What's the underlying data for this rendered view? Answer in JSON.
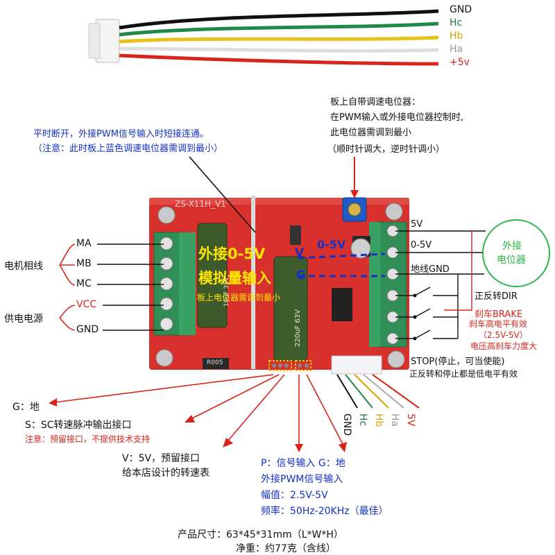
{
  "cable_labels": [
    {
      "text": "GND",
      "color": "#111111"
    },
    {
      "text": "Hc",
      "color": "#1a7a3a"
    },
    {
      "text": "Hb",
      "color": "#d6a400"
    },
    {
      "text": "Ha",
      "color": "#9a9a9a"
    },
    {
      "text": "+5v",
      "color": "#d8241c"
    }
  ],
  "top_note_left": {
    "line1": "平时断开，外接PWM信号输入时短接连通。",
    "line2": "（注意：此时板上蓝色调速电位器需调到最小）"
  },
  "top_note_right": {
    "line1": "板上自带调速电位器：",
    "line2": "在PWM输入或外接电位器控制时,",
    "line3": "此电位器需调到最小",
    "line4": "（顺时针调大，逆时针调小）"
  },
  "board": {
    "silk_title": "ZS-X11H_V1",
    "overlay_text1": "外接0-5V",
    "overlay_text2": "模拟量输入",
    "overlay_small": "板上电位器需调到最小",
    "overlay_v": "V",
    "overlay_g": "G",
    "overlay_range": "0-5V",
    "cap1": "10uF 35V",
    "cap2": "220uF 63V",
    "resistor": "R005"
  },
  "left_terminals": {
    "group1_label": "电机相线",
    "group2_label": "供电电源",
    "items": [
      {
        "text": "MA",
        "color": "#111111"
      },
      {
        "text": "MB",
        "color": "#111111"
      },
      {
        "text": "MC",
        "color": "#111111"
      },
      {
        "text": "VCC",
        "color": "#d8241c"
      },
      {
        "text": "GND",
        "color": "#111111"
      }
    ]
  },
  "right_terminals": {
    "t_5v": "5V",
    "t_05v": "0-5V",
    "t_gnd": "地线GND",
    "t_dir": "正反转DIR",
    "t_brake1": "刹车BRAKE",
    "t_brake2": "刹车高电平有效",
    "t_brake3": "（2.5V-5V）",
    "t_brake4": "电压高刹车力度大",
    "t_stop": "STOP(停止，可当使能)",
    "t_note": "正反转和停止都是低电平有效",
    "pot_line1": "外接",
    "pot_line2": "电位器"
  },
  "hall_labels": [
    {
      "text": "GND",
      "color": "#111111"
    },
    {
      "text": "Hc",
      "color": "#1a7a3a"
    },
    {
      "text": "Hb",
      "color": "#d6a400"
    },
    {
      "text": "Ha",
      "color": "#9a9a9a"
    },
    {
      "text": "5V",
      "color": "#d8241c"
    }
  ],
  "bottom_notes": {
    "g": "G：地",
    "s": "S：SC转速脉冲输出接口",
    "s_note": "注意：预留接口，不提供技术支持",
    "v1": "V：5V，预留接口",
    "v2": "给本店设计的转速表",
    "p1": "P：信号输入   G：地",
    "p2": "外接PWM信号输入",
    "p3": "幅值：2.5V-5V",
    "p4": "频率：50Hz-20KHz（最佳）",
    "size": "产品尺寸：63*45*31mm（L*W*H）",
    "weight": "净重：约77克（含线）"
  }
}
